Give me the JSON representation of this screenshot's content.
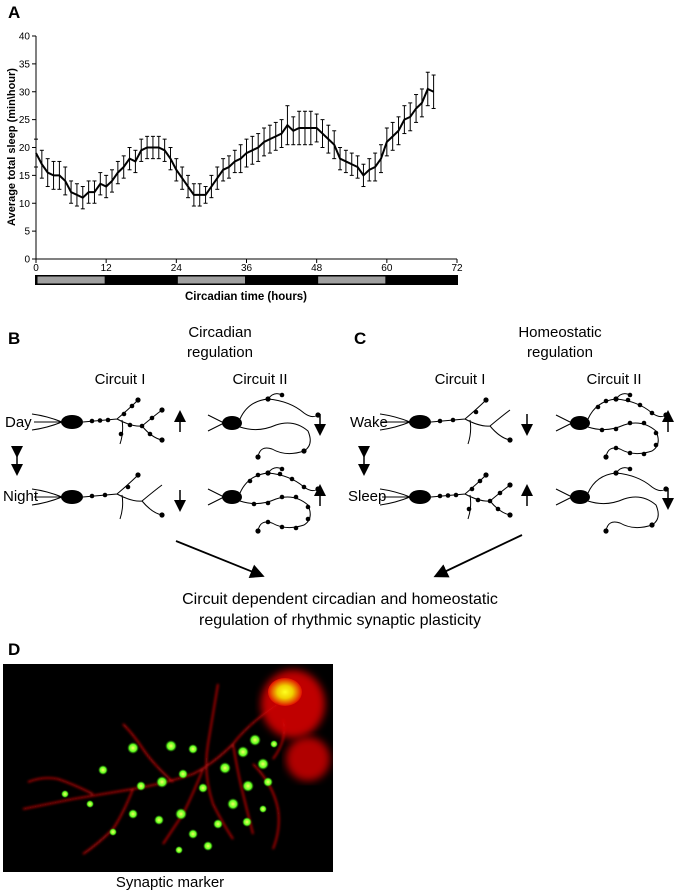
{
  "panels": {
    "a": {
      "letter": "A"
    },
    "b": {
      "letter": "B",
      "title_line1": "Circadian",
      "title_line2": "regulation",
      "circuit_left": "Circuit I",
      "circuit_right": "Circuit II",
      "row_top": "Day",
      "row_bottom": "Night"
    },
    "c": {
      "letter": "C",
      "title_line1": "Homeostatic",
      "title_line2": "regulation",
      "circuit_left": "Circuit I",
      "circuit_right": "Circuit II",
      "row_top": "Wake",
      "row_bottom": "Sleep"
    },
    "d": {
      "letter": "D",
      "caption": "Synaptic marker"
    }
  },
  "conclusion": {
    "line1": "Circuit dependent circadian and homeostatic",
    "line2": "regulation of rhythmic synaptic plasticity"
  },
  "chart_data": {
    "type": "line",
    "title": "",
    "xlabel": "Circadian time (hours)",
    "ylabel": "Average total sleep (min\\hour)",
    "xlim": [
      0,
      72
    ],
    "ylim": [
      0,
      40
    ],
    "xticks": [
      0,
      12,
      24,
      36,
      48,
      60,
      72
    ],
    "yticks": [
      0,
      5,
      10,
      15,
      20,
      25,
      30,
      35,
      40
    ],
    "x": [
      0,
      1,
      2,
      3,
      4,
      5,
      6,
      7,
      8,
      9,
      10,
      11,
      12,
      13,
      14,
      15,
      16,
      17,
      18,
      19,
      20,
      21,
      22,
      23,
      24,
      25,
      26,
      27,
      28,
      29,
      30,
      31,
      32,
      33,
      34,
      35,
      36,
      37,
      38,
      39,
      40,
      41,
      42,
      43,
      44,
      45,
      46,
      47,
      48,
      49,
      50,
      51,
      52,
      53,
      54,
      55,
      56,
      57,
      58,
      59,
      60,
      61,
      62,
      63,
      64,
      65,
      66,
      67,
      68
    ],
    "series": [
      {
        "values": [
          19,
          17,
          15.5,
          15,
          15,
          14,
          12,
          11.5,
          11,
          12,
          12,
          13.5,
          13,
          14,
          15.5,
          16.5,
          18,
          17.5,
          19.5,
          20,
          20,
          20,
          19.5,
          18,
          16,
          14.5,
          13,
          11.5,
          11.5,
          11.5,
          13,
          14.5,
          16,
          16.5,
          17.5,
          18,
          19,
          19.5,
          20,
          21,
          21.5,
          22,
          22.5,
          24,
          23,
          23.5,
          23.5,
          23.5,
          23.5,
          22.5,
          21.5,
          20.5,
          18,
          17.5,
          17,
          16.5,
          15,
          16,
          16.5,
          18,
          21,
          22,
          23,
          25,
          25.5,
          27,
          28,
          30.5,
          30,
          33.5
        ],
        "errors": [
          2.5,
          2.5,
          2.5,
          2.5,
          2.5,
          2.5,
          2,
          2,
          2,
          2,
          2,
          2,
          2,
          2,
          2,
          2,
          2,
          2,
          2,
          2,
          2,
          2,
          2,
          2,
          2,
          2,
          2,
          2,
          2,
          1.5,
          2,
          2,
          2,
          2,
          2,
          2.5,
          2.5,
          2.5,
          2.5,
          2.5,
          2.5,
          2.5,
          2.5,
          3.5,
          2.5,
          3,
          3,
          3,
          2.5,
          2.5,
          2.5,
          2.5,
          2,
          2,
          2,
          2,
          2,
          2,
          2.5,
          2.5,
          2.5,
          2.5,
          2.5,
          2.5,
          2.5,
          2.5,
          2.5,
          3,
          3,
          3
        ]
      }
    ],
    "light_dark_bar": [
      {
        "from": 0,
        "to": 12,
        "state": "light"
      },
      {
        "from": 12,
        "to": 24,
        "state": "dark"
      },
      {
        "from": 24,
        "to": 36,
        "state": "light"
      },
      {
        "from": 36,
        "to": 48,
        "state": "dark"
      },
      {
        "from": 48,
        "to": 60,
        "state": "light"
      },
      {
        "from": 60,
        "to": 72,
        "state": "dark"
      }
    ],
    "colors": {
      "line": "#000000",
      "light": "#a0a0a0",
      "dark": "#000000"
    },
    "grid": false,
    "legend": "none"
  }
}
